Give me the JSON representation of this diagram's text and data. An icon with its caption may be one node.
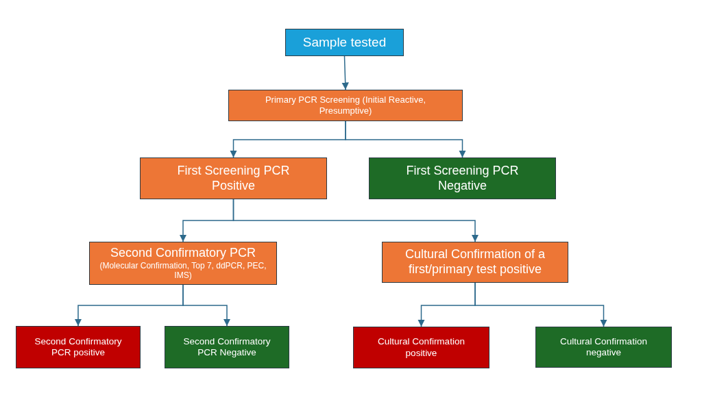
{
  "diagram": {
    "nodes": [
      {
        "text": [
          "Sample tested"
        ]
      },
      {
        "text": [
          "Primary PCR Screening (Initial Reactive, Presumptive)"
        ]
      },
      {
        "text": [
          "First Screening PCR Positive"
        ]
      },
      {
        "text": [
          "First Screening PCR Negative"
        ]
      },
      {
        "text": [
          "Second Confirmatory PCR",
          "(Molecular Confirmation, Top 7, ddPCR, PEC, IMS)"
        ]
      },
      {
        "text": [
          "Cultural Confirmation of a first/primary test positive"
        ]
      },
      {
        "text": [
          "Second Confirmatory PCR positive"
        ]
      },
      {
        "text": [
          "Second Confirmatory PCR Negative"
        ]
      },
      {
        "text": [
          "Cultural Confirmation positive"
        ]
      },
      {
        "text": [
          "Cultural Confirmation negative"
        ]
      }
    ],
    "edges": [
      {
        "from": 0,
        "to": 1,
        "arrow": "to"
      },
      {
        "from": 1,
        "to": 2,
        "arrow": "to"
      },
      {
        "from": 1,
        "to": 3,
        "arrow": "to"
      },
      {
        "from": 2,
        "to": 4,
        "arrow": "to"
      },
      {
        "from": 2,
        "to": 5,
        "arrow": "to"
      },
      {
        "from": 4,
        "to": 6,
        "arrow": "to"
      },
      {
        "from": 4,
        "to": 7,
        "arrow": "to"
      },
      {
        "from": 5,
        "to": 8,
        "arrow": "to"
      },
      {
        "from": 5,
        "to": 9,
        "arrow": "to"
      }
    ]
  }
}
